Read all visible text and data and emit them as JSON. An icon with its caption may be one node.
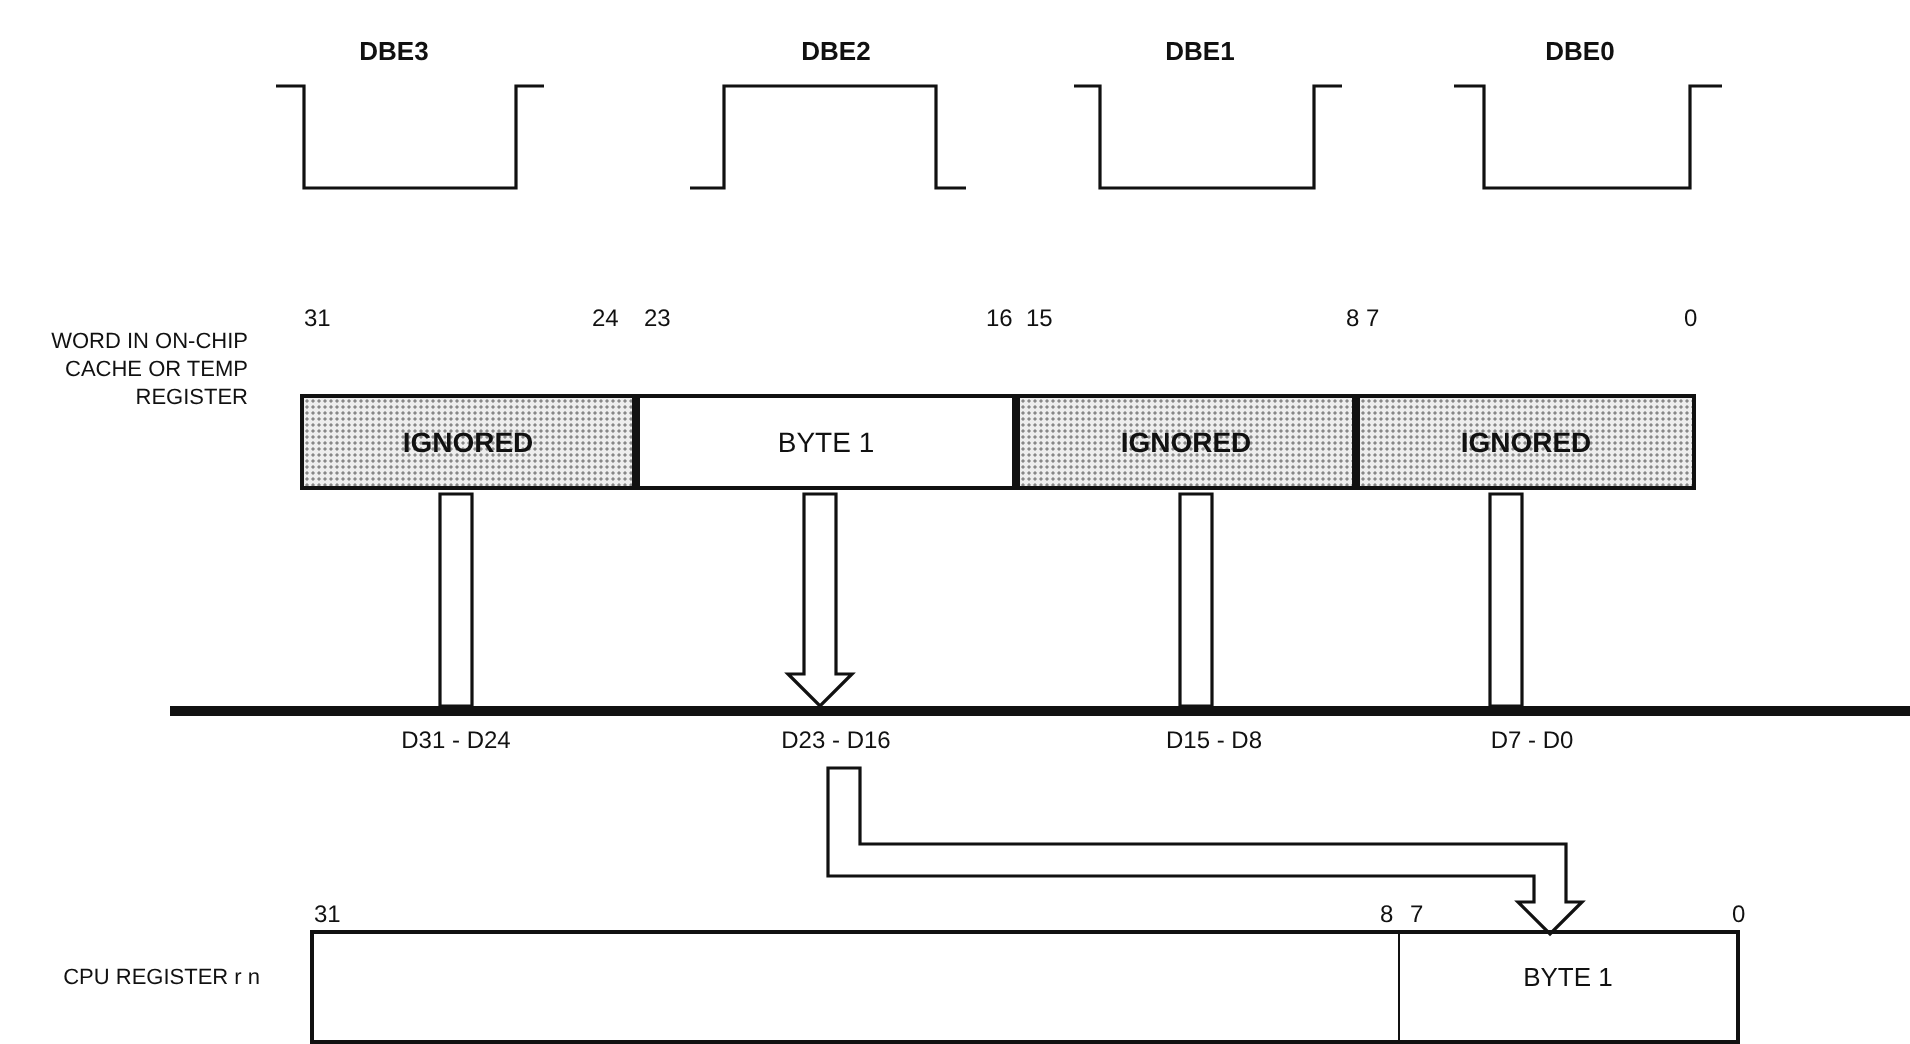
{
  "diagram": {
    "nodes": [
      {
        "text": [
          "WORD IN ON-CHIP CACHE OR TEMP REGISTER"
        ]
      },
      {
        "text": [
          "IGNORED"
        ],
        "in": 0
      },
      {
        "text": [
          "BYTE 1"
        ],
        "in": 0
      },
      {
        "text": [
          "IGNORED"
        ],
        "in": 0
      },
      {
        "text": [
          "IGNORED"
        ],
        "in": 0
      },
      {
        "text": [],
        "shape": "bar"
      },
      {
        "text": [
          "CPU REGISTER r n"
        ]
      },
      {
        "text": [],
        "shape": "box",
        "in": 6
      },
      {
        "text": [
          "BYTE 1"
        ],
        "in": 6
      }
    ],
    "edges": [
      {
        "from": 1,
        "to": 5,
        "arrow": "none"
      },
      {
        "from": 2,
        "to": 5,
        "arrow": "to"
      },
      {
        "from": 3,
        "to": 5,
        "arrow": "none"
      },
      {
        "from": 4,
        "to": 5,
        "arrow": "none"
      },
      {
        "from": 5,
        "to": 8,
        "arrow": "to"
      }
    ],
    "labels": [
      "DBE3",
      "DBE2",
      "DBE1",
      "DBE0",
      "31",
      "24",
      "23",
      "16",
      "15",
      "8",
      "7",
      "0",
      "D31 - D24",
      "D23 - D16",
      "D15 - D8",
      "D7 - D0",
      "31",
      "8",
      "7",
      "0"
    ]
  }
}
